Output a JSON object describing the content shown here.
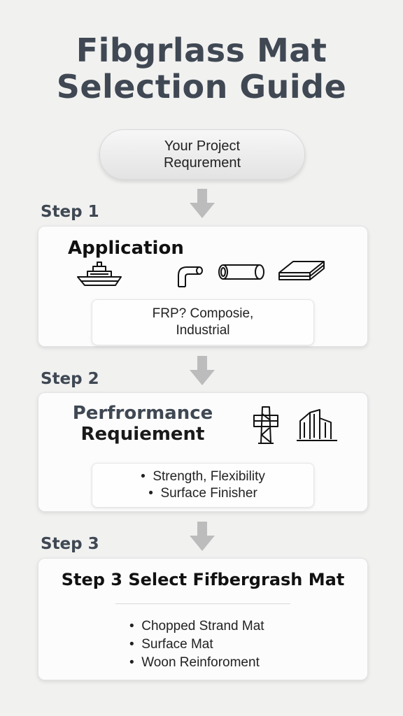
{
  "title": {
    "line1": "Fibgrlass Mat",
    "line2": "Selection Guide"
  },
  "start": {
    "line1": "Your Project",
    "line2": "Requrement"
  },
  "steps": [
    {
      "label": "Step 1",
      "heading": "Application",
      "icons": [
        "boat-icon",
        "pipe-elbow-icon",
        "pipe-icon",
        "panel-sheet-icon"
      ],
      "detail_lines": [
        "FRP? Composie,",
        "Industrial"
      ]
    },
    {
      "label": "Step 2",
      "heading_line1": "Perfrormance",
      "heading_line2": "Requiement",
      "icons": [
        "tower-icon",
        "building-icon"
      ],
      "bullets": [
        "Strength, Flexibility",
        "Surface Finisher"
      ]
    },
    {
      "label": "Step 3",
      "heading": "Step 3 Select Fifbergrash Mat",
      "bullets": [
        "Chopped Strand Mat",
        "Surface Mat",
        "Woon Reinforoment"
      ]
    }
  ],
  "bullet_symbol": "•",
  "colors": {
    "background": "#f1f1f0",
    "title": "#3f4853",
    "card": "#fcfcfc",
    "arrow": "#b9b9b9"
  }
}
